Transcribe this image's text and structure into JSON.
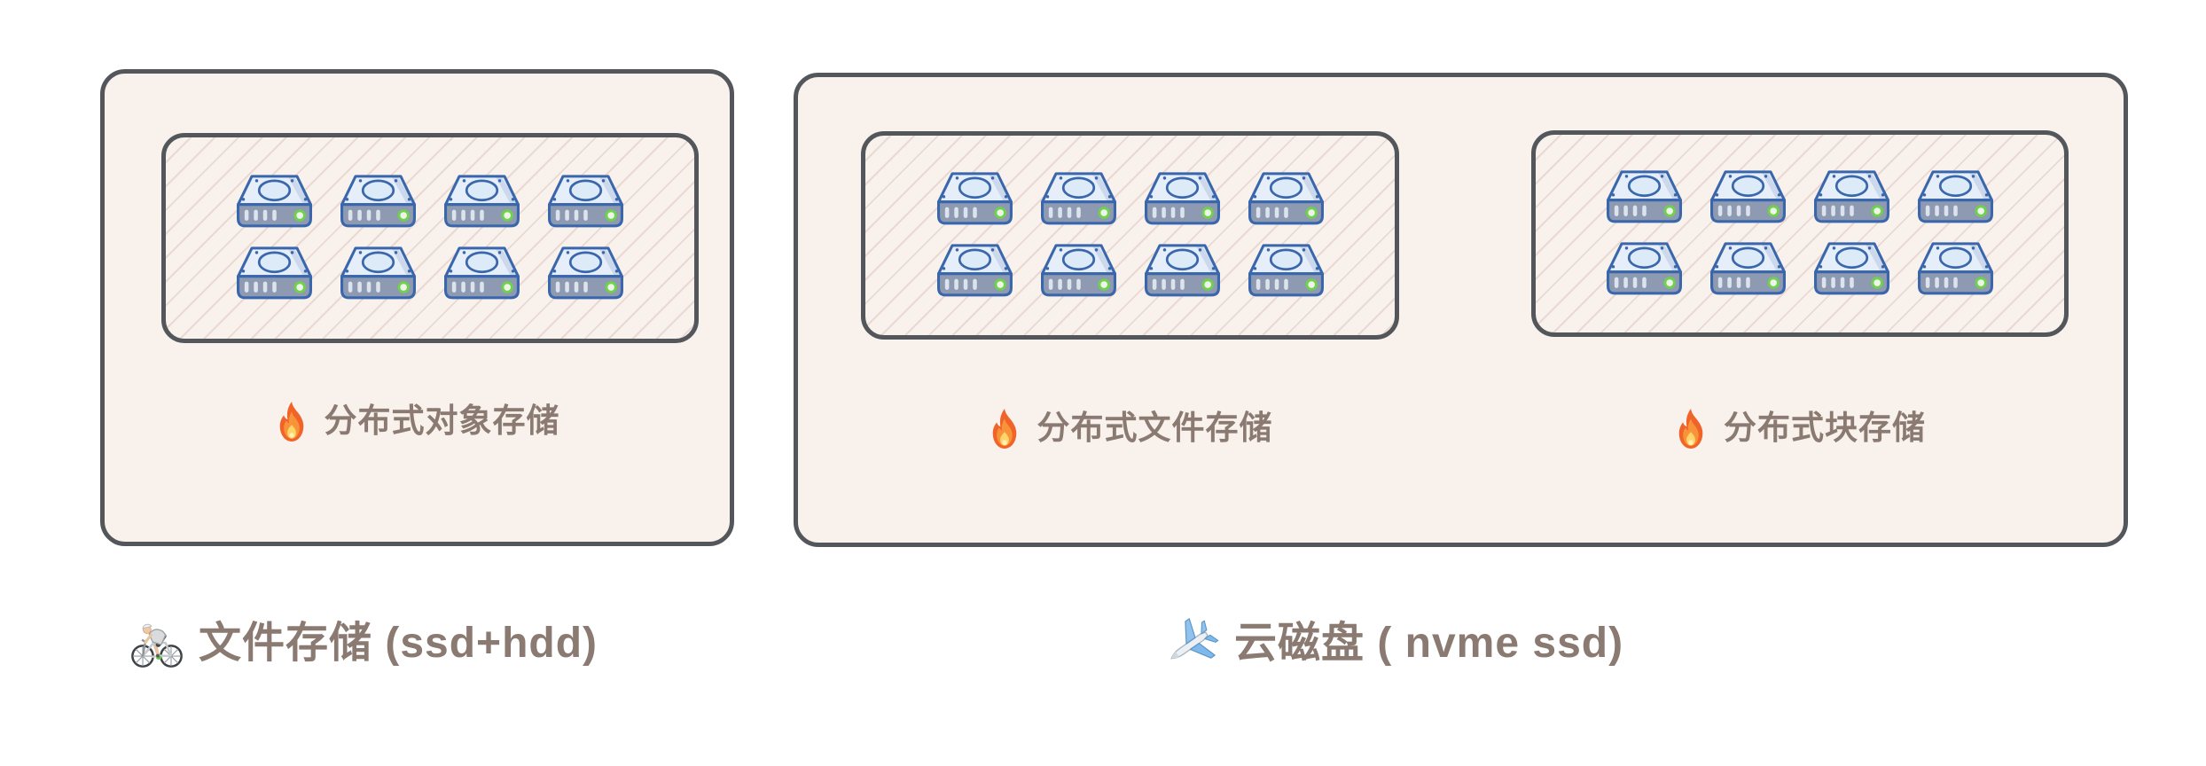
{
  "title": "storage-architecture-diagram",
  "colors": {
    "canvas_bg": "#ffffff",
    "box_fill": "#f8f1ec",
    "box_border": "#53575c",
    "hatch_line": "#ead9d2",
    "label_text": "#8a7a71",
    "disk_outline": "#3a67ac",
    "disk_top_fill": "#e6eef9",
    "disk_body_fill": "#8e9ab2",
    "disk_led_green": "#72d14f"
  },
  "groups": [
    {
      "name": "file-storage",
      "caption": "文件存储 (ssd+hdd)",
      "caption_icon": "cyclist-icon",
      "clusters": [
        {
          "label": "分布式对象存储",
          "label_icon": "fire-icon",
          "disk_icon": "hard-drive-icon",
          "disk_rows": 2,
          "disk_cols": 4,
          "disk_count": 8
        }
      ]
    },
    {
      "name": "cloud-disk",
      "caption": "云磁盘 ( nvme ssd)",
      "caption_icon": "airplane-icon",
      "clusters": [
        {
          "label": "分布式文件存储",
          "label_icon": "fire-icon",
          "disk_icon": "hard-drive-icon",
          "disk_rows": 2,
          "disk_cols": 4,
          "disk_count": 8
        },
        {
          "label": "分布式块存储",
          "label_icon": "fire-icon",
          "disk_icon": "hard-drive-icon",
          "disk_rows": 2,
          "disk_cols": 4,
          "disk_count": 8
        }
      ]
    }
  ]
}
